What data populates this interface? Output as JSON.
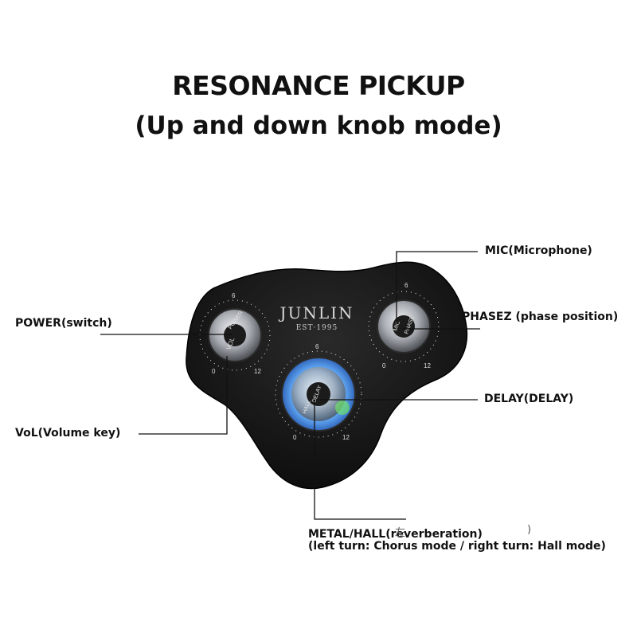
{
  "title": "RESONANCE PICKUP",
  "subtitle": "(Up and down knob mode)",
  "device": {
    "brand": "JUNLIN",
    "established": "EST·1995",
    "colors": {
      "body": "#141414",
      "knob_metal": "#c9ccd0",
      "led_blue": "#4aa8ff",
      "led_green": "#6fe06a"
    }
  },
  "knobs": [
    {
      "name": "VOL",
      "scale": [
        "0",
        "6",
        "12"
      ]
    },
    {
      "name": "DELAY",
      "scale": [
        "0",
        "6",
        "12"
      ]
    },
    {
      "name": "PHASE",
      "scale": [
        "0",
        "6",
        "12"
      ]
    }
  ],
  "knob_caps": {
    "vol": "VOL",
    "power": "POWER",
    "delay": "DELAY",
    "hall": "HALL",
    "mic": "MIC",
    "phase": "PHASE"
  },
  "callouts": {
    "mic": "MIC(Microphone)",
    "power": "POWER(switch)",
    "phasez": "PHASEZ (phase position)",
    "delay": "DELAY(DELAY)",
    "vol": "VoL(Volume key)",
    "metal_hall": "METAL/HALL(reverberation)",
    "metal_hall_note": "(left turn: Chorus mode / right turn: Hall mode)",
    "stray_glyph": "左",
    "stray_paren": ")"
  }
}
